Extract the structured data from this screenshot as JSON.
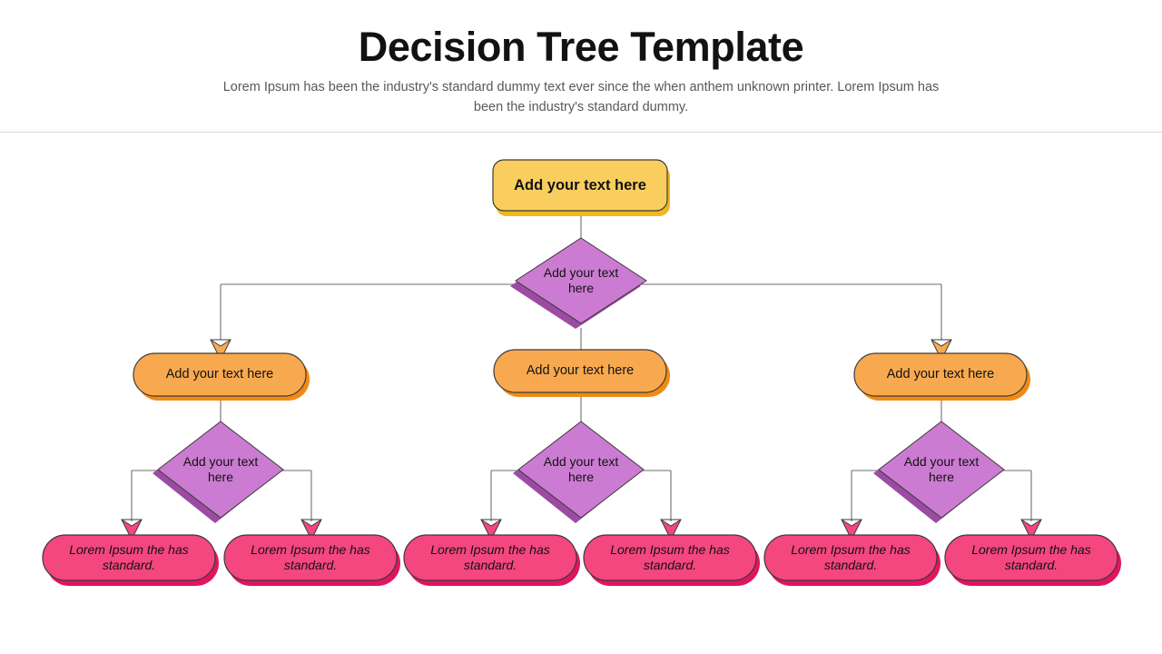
{
  "header": {
    "title": "Decision Tree Template",
    "subtitle": "Lorem Ipsum has been the industry's standard dummy text ever since the when anthem unknown printer. Lorem Ipsum has been the industry's standard dummy."
  },
  "colors": {
    "root_fill": "#f9ce5f",
    "root_shadow": "#efb81e",
    "decision_fill": "#cc7bd2",
    "decision_shadow": "#9c4ba3",
    "branch_fill": "#f8a94f",
    "branch_shadow": "#f08a12",
    "leaf_fill": "#f4467f",
    "leaf_shadow": "#e01560",
    "stroke": "#3b3b3b",
    "connector": "#6e6e6e",
    "title": "#121212",
    "subtitle": "#585858",
    "divider": "#dcdcdc",
    "background": "#ffffff"
  },
  "diagram": {
    "root": {
      "label": "Add your text here"
    },
    "root_decision": {
      "label": "Add your text here"
    },
    "branches": [
      {
        "label": "Add your text here",
        "decision": {
          "label": "Add your text here"
        },
        "leaves": [
          {
            "label": "Lorem Ipsum the has standard."
          },
          {
            "label": "Lorem Ipsum the has standard."
          }
        ]
      },
      {
        "label": "Add your text here",
        "decision": {
          "label": "Add your text here"
        },
        "leaves": [
          {
            "label": "Lorem Ipsum the has standard."
          },
          {
            "label": "Lorem Ipsum the has standard."
          }
        ]
      },
      {
        "label": "Add your text here",
        "decision": {
          "label": "Add your text here"
        },
        "leaves": [
          {
            "label": "Lorem Ipsum the has standard."
          },
          {
            "label": "Lorem Ipsum the has standard."
          }
        ]
      }
    ]
  }
}
